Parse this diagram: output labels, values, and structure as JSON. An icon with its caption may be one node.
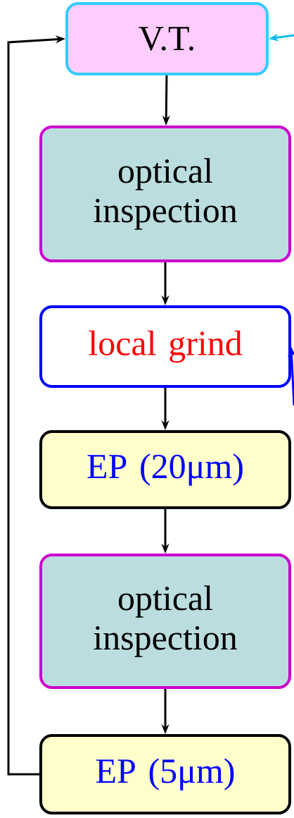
{
  "diagram": {
    "nodes": [
      {
        "text": [
          "V.T."
        ]
      },
      {
        "text": [
          "optical inspection"
        ]
      },
      {
        "text": [
          "local grind"
        ]
      },
      {
        "text": [
          "EP (20μm)"
        ]
      },
      {
        "text": [
          "optical inspection"
        ]
      },
      {
        "text": [
          "EP (5μm)"
        ]
      }
    ],
    "edges": [
      {
        "from": 0,
        "to": 1,
        "arrow": "to"
      },
      {
        "from": 1,
        "to": 2,
        "arrow": "to"
      },
      {
        "from": 2,
        "to": 3,
        "arrow": "to"
      },
      {
        "from": 3,
        "to": 4,
        "arrow": "to"
      },
      {
        "from": 4,
        "to": 5,
        "arrow": "to"
      },
      {
        "from": 5,
        "to": 0,
        "arrow": "to"
      },
      {
        "from": null,
        "to": 0,
        "arrow": "to",
        "color": "#11bbee"
      },
      {
        "from": null,
        "to": 2,
        "arrow": "to",
        "color": "#0000ff"
      }
    ]
  }
}
